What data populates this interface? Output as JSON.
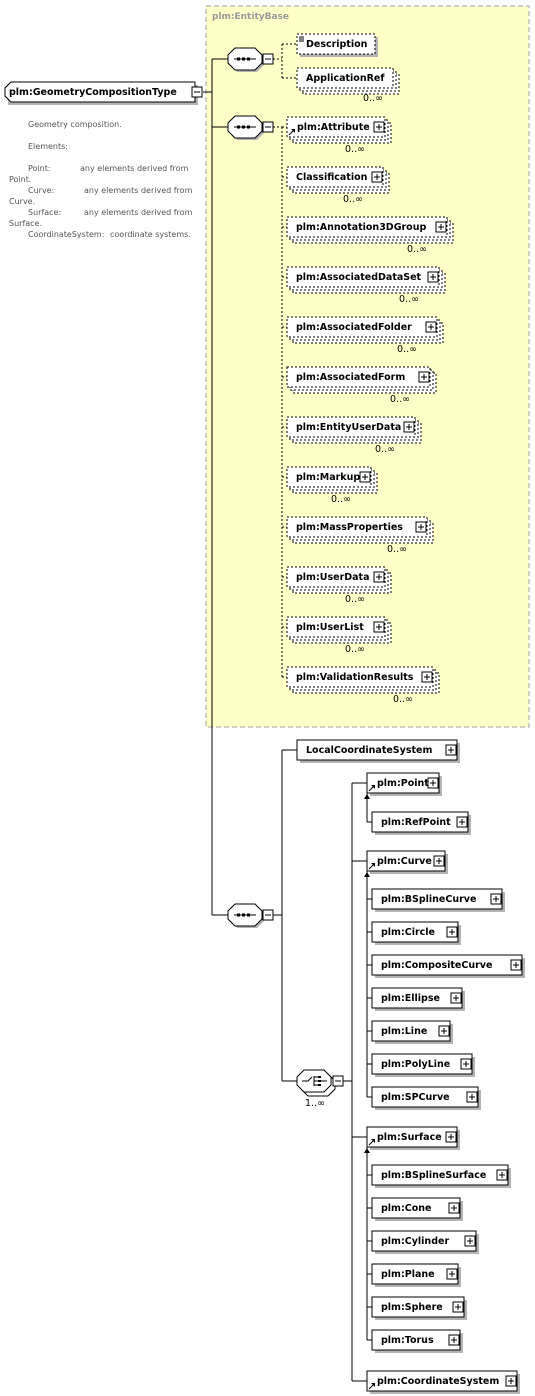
{
  "root": {
    "label": "plm:GeometryCompositionType"
  },
  "documentation": {
    "summary": "Geometry composition.",
    "elements_heading": "Elements:",
    "items": [
      {
        "name": "Point:",
        "desc": "any elements derived from",
        "wrap": "Point."
      },
      {
        "name": "Curve:",
        "desc": "any elements derived from",
        "wrap": "Curve."
      },
      {
        "name": "Surface:",
        "desc": "any elements derived from",
        "wrap": "Surface."
      },
      {
        "name": "CoordinateSystem:",
        "desc": "coordinate systems.",
        "wrap": ""
      }
    ]
  },
  "base_group": {
    "label": "plm:EntityBase",
    "first_sequence": [
      {
        "label": "Description",
        "card": ""
      },
      {
        "label": "ApplicationRef",
        "card": "0..∞"
      }
    ],
    "second_sequence": [
      {
        "label": "plm:Attribute",
        "card": "0..∞"
      },
      {
        "label": "Classification",
        "card": "0..∞"
      },
      {
        "label": "plm:Annotation3DGroup",
        "card": "0..∞"
      },
      {
        "label": "plm:AssociatedDataSet",
        "card": "0..∞"
      },
      {
        "label": "plm:AssociatedFolder",
        "card": "0..∞"
      },
      {
        "label": "plm:AssociatedForm",
        "card": "0..∞"
      },
      {
        "label": "plm:EntityUserData",
        "card": "0..∞"
      },
      {
        "label": "plm:Markup",
        "card": "0..∞"
      },
      {
        "label": "plm:MassProperties",
        "card": "0..∞"
      },
      {
        "label": "plm:UserData",
        "card": "0..∞"
      },
      {
        "label": "plm:UserList",
        "card": "0..∞"
      },
      {
        "label": "plm:ValidationResults",
        "card": "0..∞"
      }
    ]
  },
  "local_coordinate_system": {
    "label": "LocalCoordinateSystem"
  },
  "choice": {
    "card": "1..∞",
    "groups": [
      {
        "head": "plm:Point",
        "members": [
          "plm:RefPoint"
        ]
      },
      {
        "head": "plm:Curve",
        "members": [
          "plm:BSplineCurve",
          "plm:Circle",
          "plm:CompositeCurve",
          "plm:Ellipse",
          "plm:Line",
          "plm:PolyLine",
          "plm:SPCurve"
        ]
      },
      {
        "head": "plm:Surface",
        "members": [
          "plm:BSplineSurface",
          "plm:Cone",
          "plm:Cylinder",
          "plm:Plane",
          "plm:Sphere",
          "plm:Torus"
        ]
      },
      {
        "head": "plm:CoordinateSystem",
        "members": []
      }
    ]
  },
  "colors": {
    "group_fill": "#ffffc8",
    "group_border": "#a0a0a0",
    "node_fill": "#ffffff",
    "shadow": "#b4b4b4",
    "line": "#000000"
  }
}
